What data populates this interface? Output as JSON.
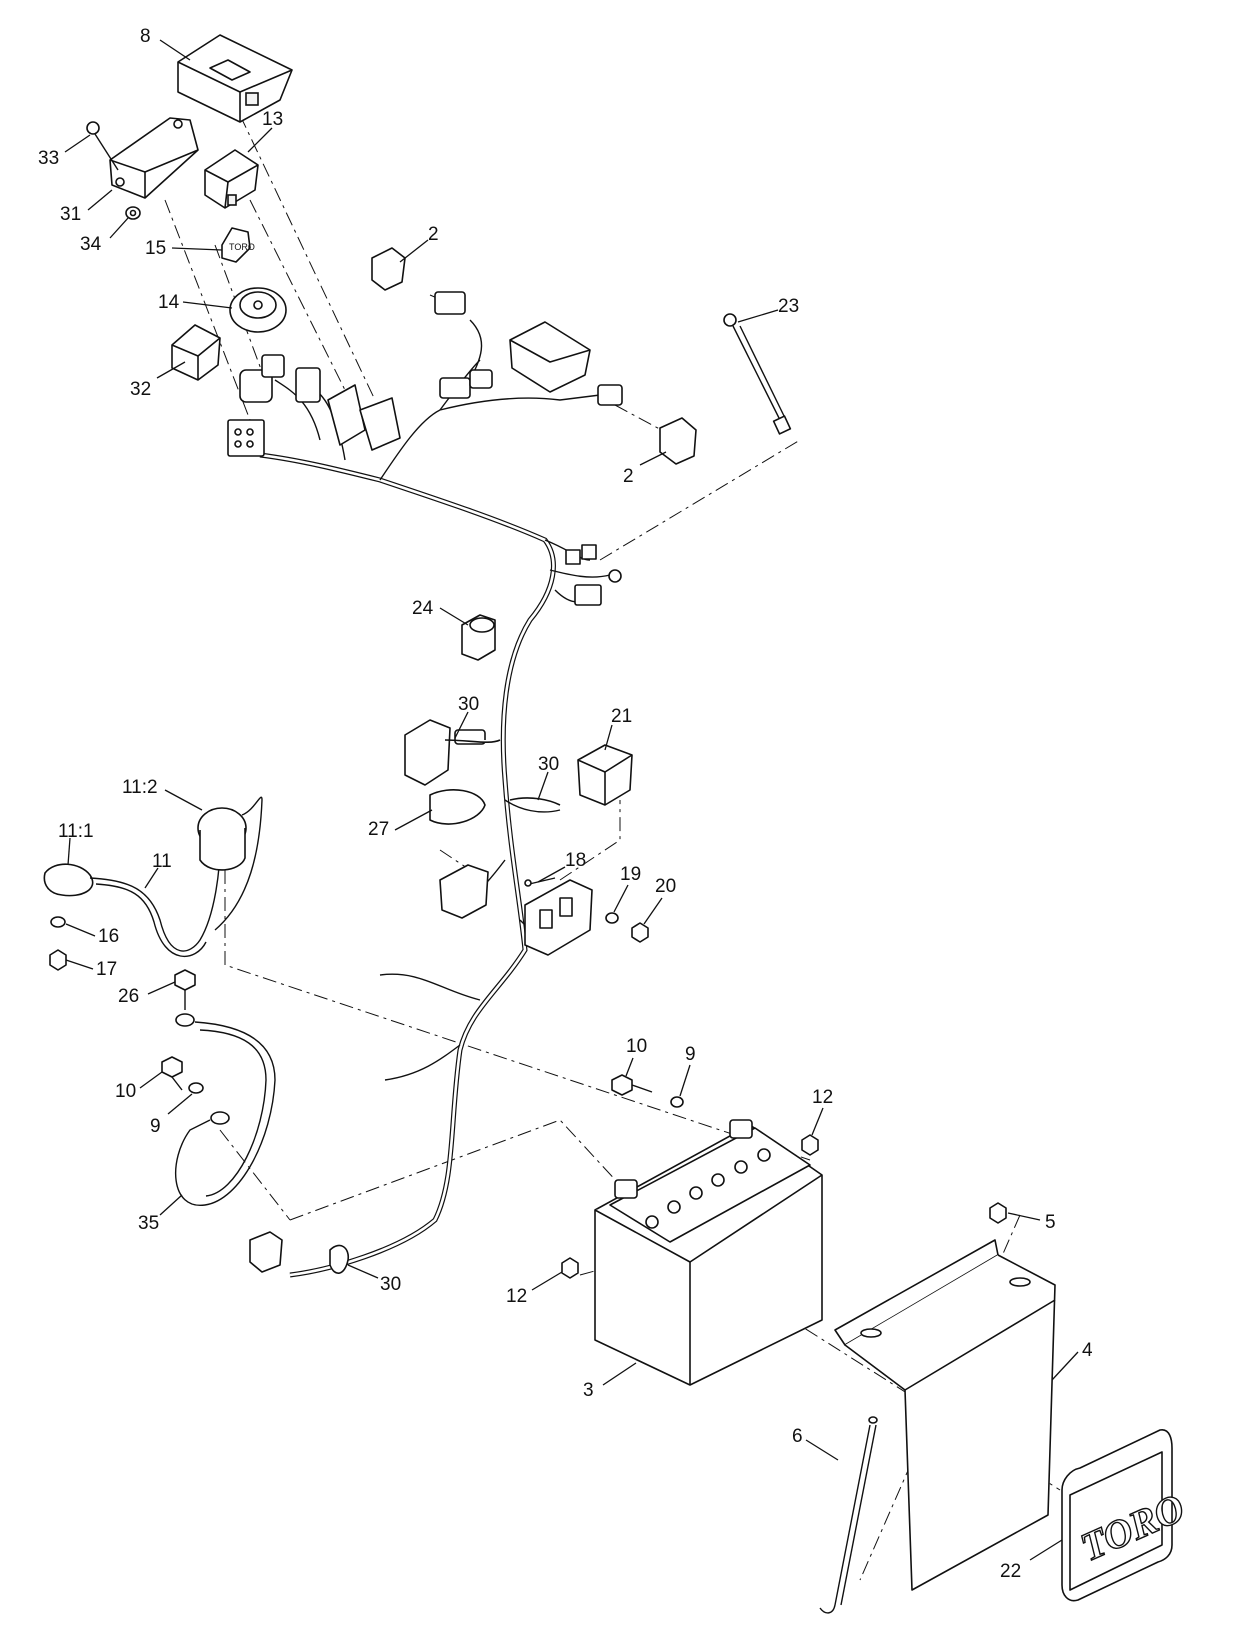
{
  "callouts": {
    "c8": "8",
    "c13": "13",
    "c33": "33",
    "c31": "31",
    "c34": "34",
    "c15": "15",
    "c2a": "2",
    "c2b": "2",
    "c14": "14",
    "c23": "23",
    "c32": "32",
    "c24": "24",
    "c30a": "30",
    "c21": "21",
    "c30b": "30",
    "c27": "27",
    "c11_2": "11:2",
    "c11_1": "11:1",
    "c11": "11",
    "c18": "18",
    "c19": "19",
    "c20": "20",
    "c16": "16",
    "c17": "17",
    "c26": "26",
    "c10a": "10",
    "c9a": "9",
    "c10b": "10",
    "c9b": "9",
    "c12a": "12",
    "c35": "35",
    "c5": "5",
    "c30c": "30",
    "c12b": "12",
    "c4": "4",
    "c3": "3",
    "c6": "6",
    "c22": "22"
  },
  "logos": {
    "decal_text": "TORO",
    "key_text": "TORO"
  }
}
